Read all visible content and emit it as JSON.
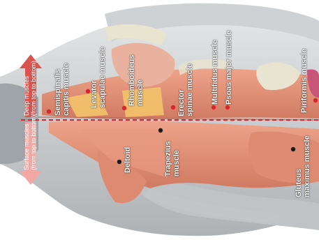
{
  "side_labels": {
    "deep": [
      "Deep muscles",
      "(from top to bottom)"
    ],
    "surface": [
      "Surface muscles",
      "(from top to bottom)"
    ]
  },
  "muscles": {
    "semispinalis": [
      "Semispinalis",
      "capitis muscle"
    ],
    "levator": [
      "Levator",
      "scapulae muscle"
    ],
    "rhomboideus": [
      "Rhomboideus",
      "muscle"
    ],
    "erector": [
      "Erector",
      "spinae muscle"
    ],
    "multifidus": [
      "Multifidus muscle"
    ],
    "psoas": [
      "Psoas major muscle"
    ],
    "piriformis": [
      "Piriformis muscle"
    ],
    "deltoid": [
      "Deltoid"
    ],
    "trapezius": [
      "Trapezius",
      "muscle"
    ],
    "gluteus": [
      "Gluteus",
      "maximus muscle"
    ]
  },
  "colors": {
    "deep_arrow": "#d9534f",
    "surface_arrow": "#f2a7a2",
    "divider": "#d9262e",
    "deep_dot": "#d9262e",
    "surface_dot": "#1a1a1a",
    "muscle": "#e6967c",
    "muscle_dark": "#c9705a",
    "skin": "#c9ccce",
    "bone": "#e8e4cf",
    "highlight": "#f3c36b"
  }
}
